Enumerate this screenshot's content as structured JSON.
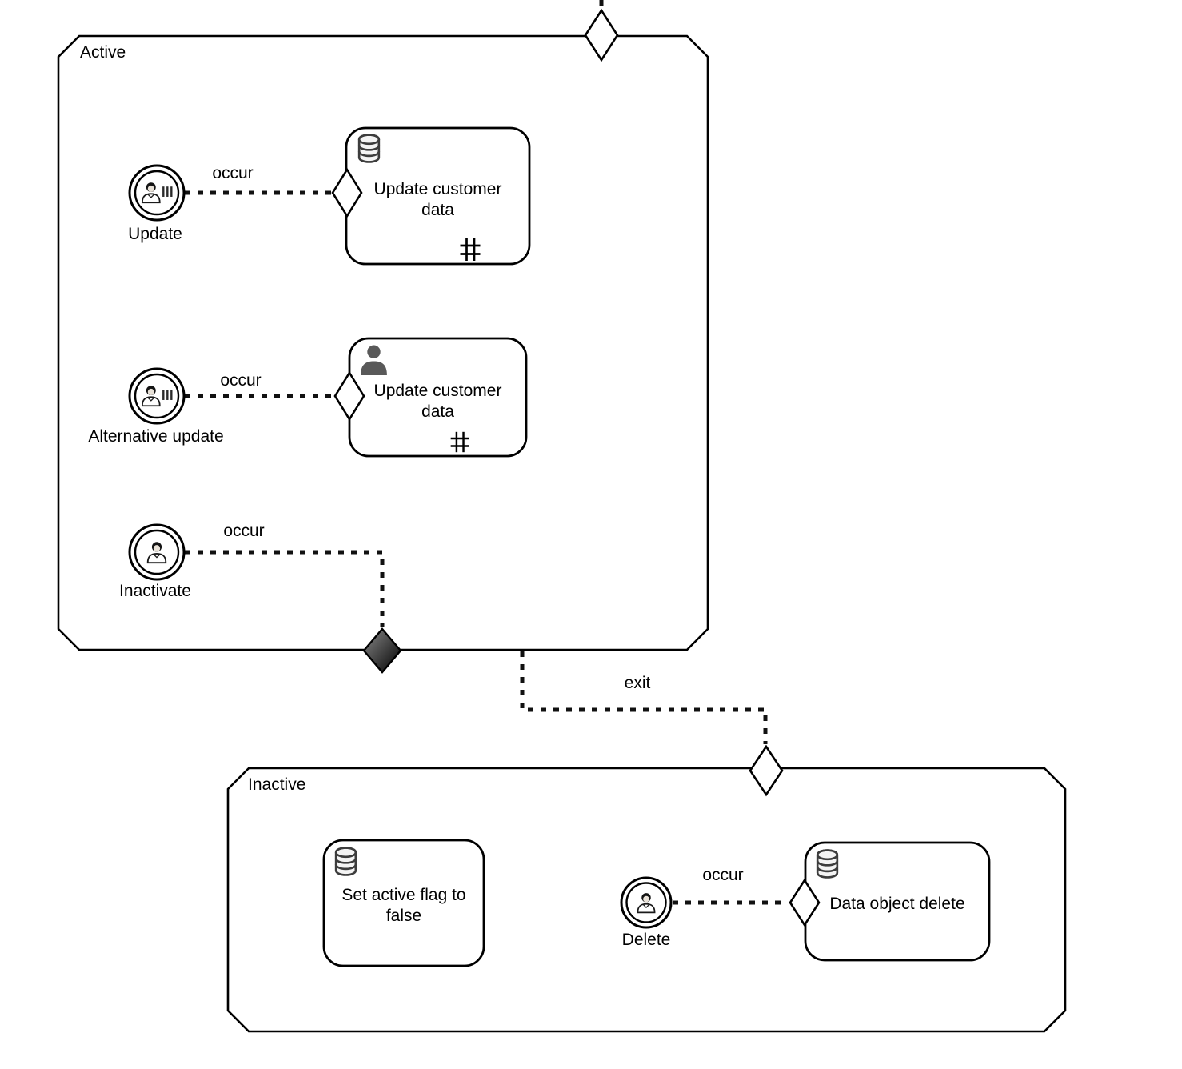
{
  "diagram": {
    "stages": [
      {
        "label": "Active"
      },
      {
        "label": "Inactive"
      }
    ],
    "events": [
      {
        "label": "Update",
        "icon": "user-event-with-bars"
      },
      {
        "label": "Alternative update",
        "icon": "user-event-with-bars"
      },
      {
        "label": "Inactivate",
        "icon": "user-event"
      },
      {
        "label": "Delete",
        "icon": "user-event"
      }
    ],
    "tasks": [
      {
        "label": "Update customer data",
        "icon": "database",
        "marker": "hash"
      },
      {
        "label": "Update customer data",
        "icon": "person",
        "marker": "hash"
      },
      {
        "label": "Set active flag to false",
        "icon": "database",
        "marker": ""
      },
      {
        "label": "Data object delete",
        "icon": "database",
        "marker": ""
      }
    ],
    "edge_labels": {
      "occur1": "occur",
      "occur2": "occur",
      "occur3": "occur",
      "occur4": "occur",
      "exit": "exit"
    },
    "colors": {
      "stroke": "#000000",
      "connector": "#111111",
      "fill": "#ffffff",
      "icon_gray": "#595959",
      "milestone_dark": "#000000"
    }
  }
}
